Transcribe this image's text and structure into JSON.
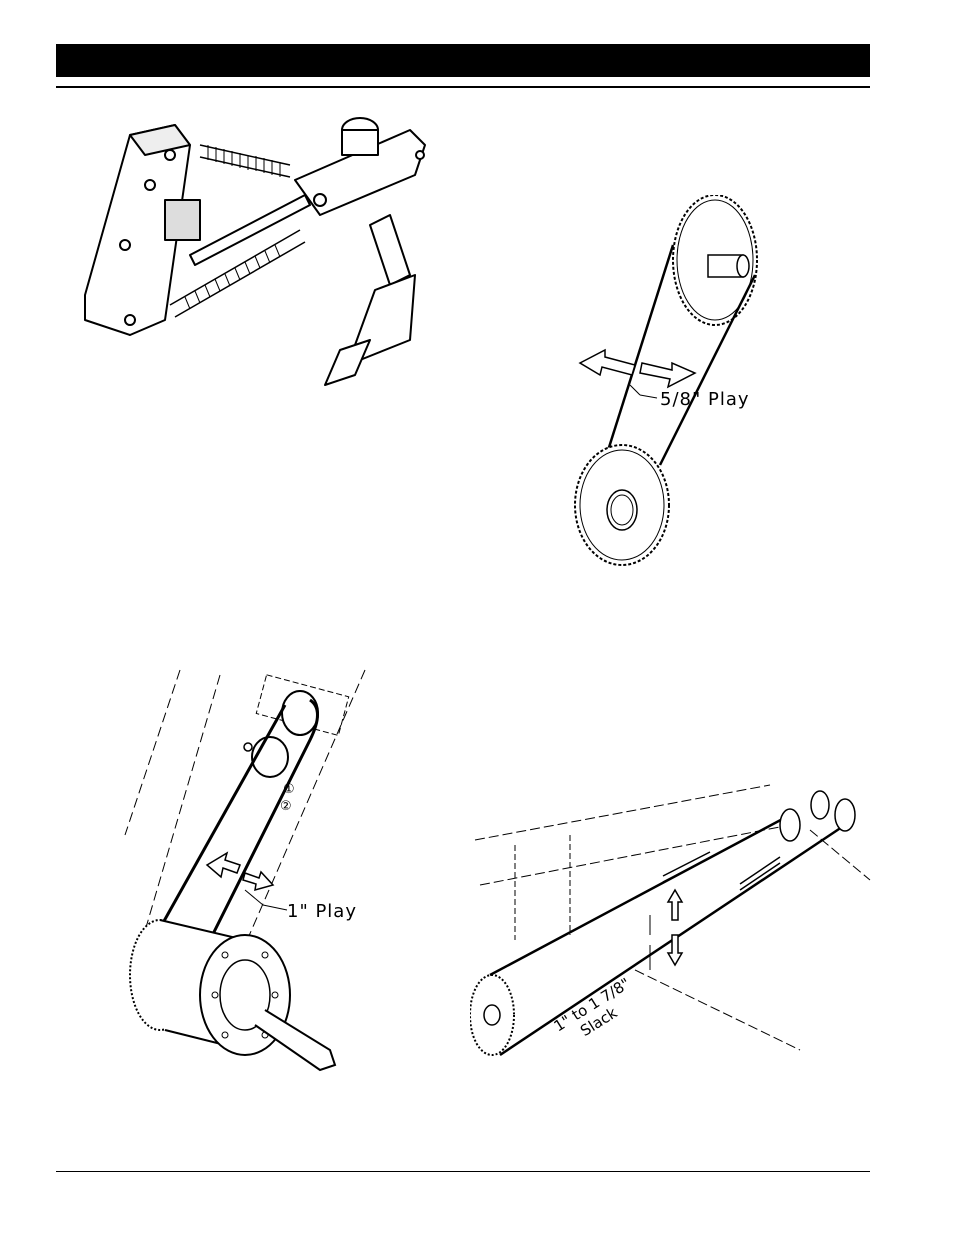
{
  "page": {
    "header_bar_color": "#000000"
  },
  "figures": {
    "row_unit": {
      "icon": "shank-row-unit-illustration"
    },
    "sprockets_top": {
      "play_label": "5/8\" Play"
    },
    "wheel_drive": {
      "play_label": "1\" Play",
      "callout_1": "①",
      "callout_2": "②"
    },
    "chain_slack": {
      "slack_label_line1": "1\" to 1 7/8\"",
      "slack_label_line2": "Slack"
    }
  }
}
